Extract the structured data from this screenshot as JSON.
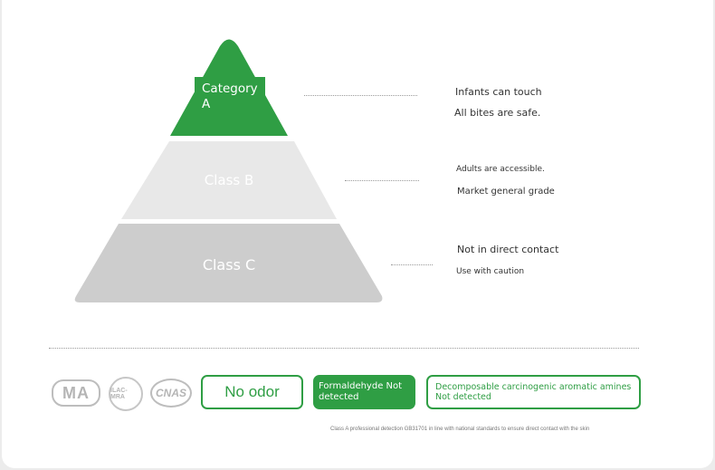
{
  "pyramid": {
    "tiers": [
      {
        "label": "Category\nA",
        "color": "#2f9e44"
      },
      {
        "label": "Class B",
        "color": "#e8e8e8"
      },
      {
        "label": "Class C",
        "color": "#cdcdcd"
      }
    ]
  },
  "descriptions": {
    "a_line1": "Infants can touch",
    "a_line2": "All bites are safe.",
    "b_line1": "Adults are accessible.",
    "b_line2": "Market general grade",
    "c_line1": "Not in direct contact",
    "c_line2": "Use with caution"
  },
  "logos": {
    "ma": "MA",
    "ilac": "ILAC-MRA",
    "cnas": "CNAS"
  },
  "badges": {
    "no_odor": "No odor",
    "formaldehyde": "Formaldehyde Not detected",
    "amines": "Decomposable carcinogenic aromatic amines Not detected"
  },
  "footnote": "Class A professional detection GB31701 in line with national standards to ensure direct contact with the skin",
  "colors": {
    "accent_green": "#2f9e44",
    "class_b_gray": "#e8e8e8",
    "class_c_gray": "#cdcdcd"
  }
}
